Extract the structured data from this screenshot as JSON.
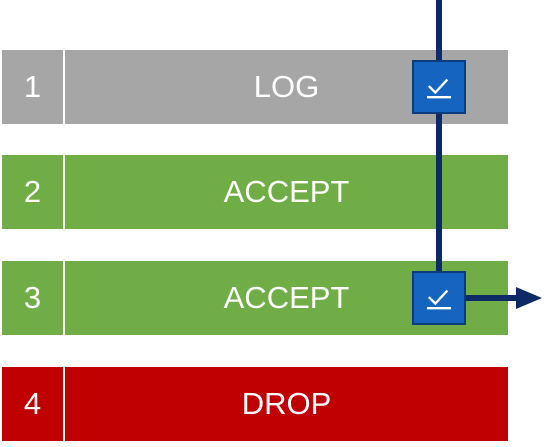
{
  "rules": [
    {
      "number": "1",
      "action": "LOG",
      "color": "#a6a6a6",
      "checked": true
    },
    {
      "number": "2",
      "action": "ACCEPT",
      "color": "#70ad47",
      "checked": false
    },
    {
      "number": "3",
      "action": "ACCEPT",
      "color": "#70ad47",
      "checked": true
    },
    {
      "number": "4",
      "action": "DROP",
      "color": "#c00000",
      "checked": false
    }
  ],
  "colors": {
    "path": "#0d2a66",
    "checkbox": "#1565c0"
  }
}
